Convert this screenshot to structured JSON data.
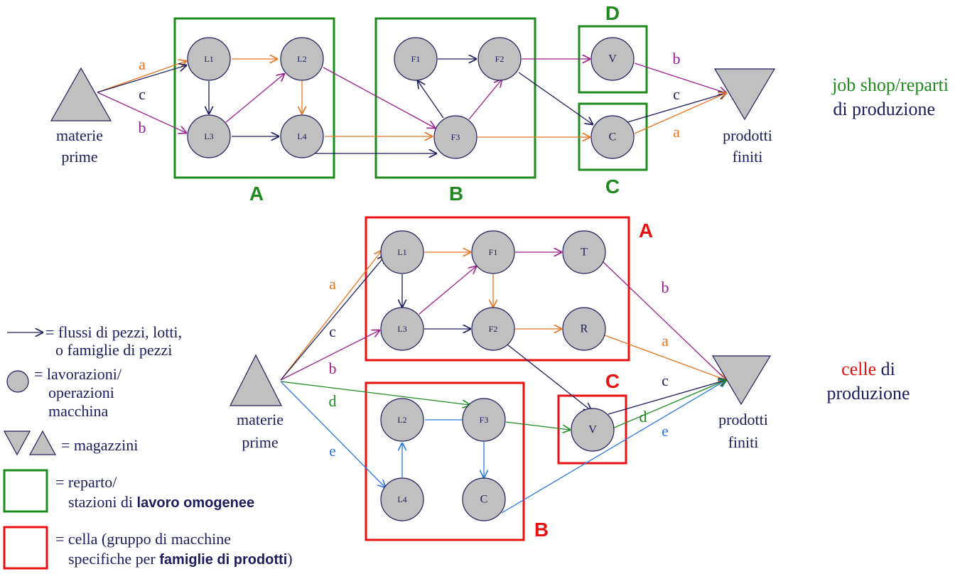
{
  "colors": {
    "a": "#e8731e",
    "b": "#9b1f8c",
    "c": "#1c1c5c",
    "d": "#1e8a1e",
    "e": "#2a78e0",
    "department": "#1e8a1e",
    "cell": "#e81010",
    "node_fill": "#c0c0c0",
    "text_navy": "#1c1c5c"
  },
  "top": {
    "raw": [
      "materie",
      "prime"
    ],
    "finished": [
      "prodotti",
      "finiti"
    ],
    "title_line1": "job shop/reparti",
    "title_line2": "di produzione",
    "departments": [
      "A",
      "B",
      "D",
      "C"
    ],
    "nodes": [
      "L1",
      "L2",
      "L3",
      "L4",
      "F1",
      "F2",
      "F3",
      "V",
      "C"
    ],
    "flow_labels": {
      "in_a": "a",
      "in_c": "c",
      "in_b": "b",
      "out_b": "b",
      "out_c": "c",
      "out_a": "a"
    }
  },
  "bottom": {
    "raw": [
      "materie",
      "prime"
    ],
    "finished": [
      "prodotti",
      "finiti"
    ],
    "title_word1": "celle",
    "title_word2": "di",
    "title_line2": "produzione",
    "cells": [
      "A",
      "B",
      "C"
    ],
    "nodes": [
      "L1",
      "F1",
      "T",
      "L3",
      "F2",
      "R",
      "L2",
      "F3",
      "L4",
      "C",
      "V"
    ],
    "flow_labels": {
      "in_a": "a",
      "in_c": "c",
      "in_b": "b",
      "in_d": "d",
      "in_e": "e",
      "out_b": "b",
      "out_a": "a",
      "out_c": "c",
      "out_d": "d",
      "out_e": "e"
    }
  },
  "legend": {
    "arrow": [
      "= flussi di pezzi, lotti,",
      "o famiglie di pezzi"
    ],
    "circle": [
      "= lavorazioni/",
      "operazioni",
      "macchina"
    ],
    "stores": "= magazzini",
    "dept_line1": "= reparto/",
    "dept_line2_plain": "stazioni di ",
    "dept_line2_bold": "lavoro omogenee",
    "cell_line1": "= cella (gruppo di macchine",
    "cell_line2_plain": "specifiche per ",
    "cell_line2_bold": "famiglie di prodotti",
    "cell_line2_end": ")"
  }
}
